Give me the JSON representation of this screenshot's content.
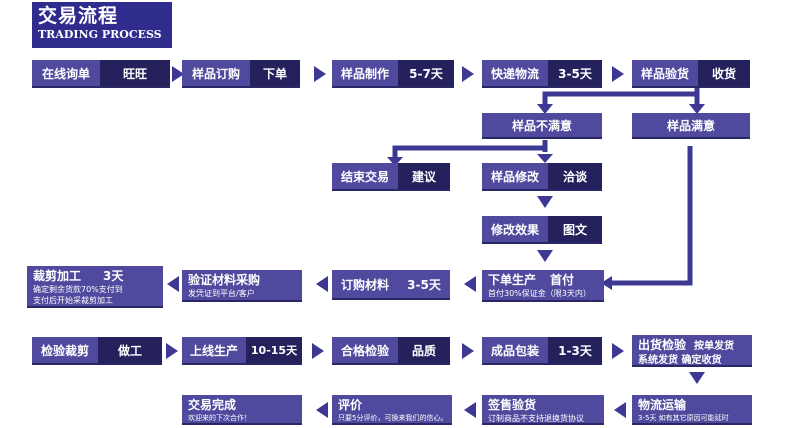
{
  "logo": {
    "zh": "交易流程",
    "en": "TRADING PROCESS"
  },
  "row1": {
    "inquiry": {
      "left": "在线询单",
      "right": "旺旺"
    },
    "sample_order": {
      "left": "样品订购",
      "right": "下单"
    },
    "sample_make": {
      "left": "样品制作",
      "right": "5-7天"
    },
    "express": {
      "left": "快递物流",
      "right": "3-5天"
    },
    "sample_check": {
      "left": "样品验货",
      "right": "收货"
    }
  },
  "unsatisfied": "样品不满意",
  "satisfied": "样品满意",
  "end_deal": {
    "left": "结束交易",
    "right": "建议"
  },
  "sample_modify": {
    "left": "样品修改",
    "right": "洽谈"
  },
  "modify_effect": {
    "left": "修改效果",
    "right": "图文"
  },
  "cut": {
    "title": "裁剪加工",
    "days": "3天",
    "desc1": "确定剩余货款70%支付到",
    "desc2": "支付后开始采裁剪加工"
  },
  "verify_material": {
    "title": "验证材料采购",
    "desc": "发凭证到平台/客户"
  },
  "order_material": {
    "left": "订购材料",
    "right": "3-5天"
  },
  "place_order": {
    "title": "下单生产",
    "pay": "首付",
    "desc": "首付30%保证金（限3天内）"
  },
  "row4": {
    "inspect_cut": {
      "left": "检验裁剪",
      "right": "做工"
    },
    "online_prod": {
      "left": "上线生产",
      "right": "10-15天"
    },
    "qc": {
      "left": "合格检验",
      "right": "品质"
    },
    "packaging": {
      "left": "成品包装",
      "right": "1-3天"
    },
    "ship_check": {
      "title": "出货检验",
      "t_right": "按单发货",
      "line2": "系统发货  确定收货"
    }
  },
  "row5": {
    "done": {
      "title": "交易完成",
      "desc": "欢迎来的下次合作！"
    },
    "review": {
      "title": "评价",
      "desc": "只要5分评价，可换来我们的信心。"
    },
    "sign": {
      "title": "签售验货",
      "desc": "订制商品不支持退换货协议"
    },
    "logistics": {
      "title": "物流运输",
      "desc": "3-5天 如有其它原因可能延时"
    }
  },
  "colors": {
    "primary": "#4f4a9e",
    "dark": "#24215d",
    "arrow": "#3d3893"
  }
}
